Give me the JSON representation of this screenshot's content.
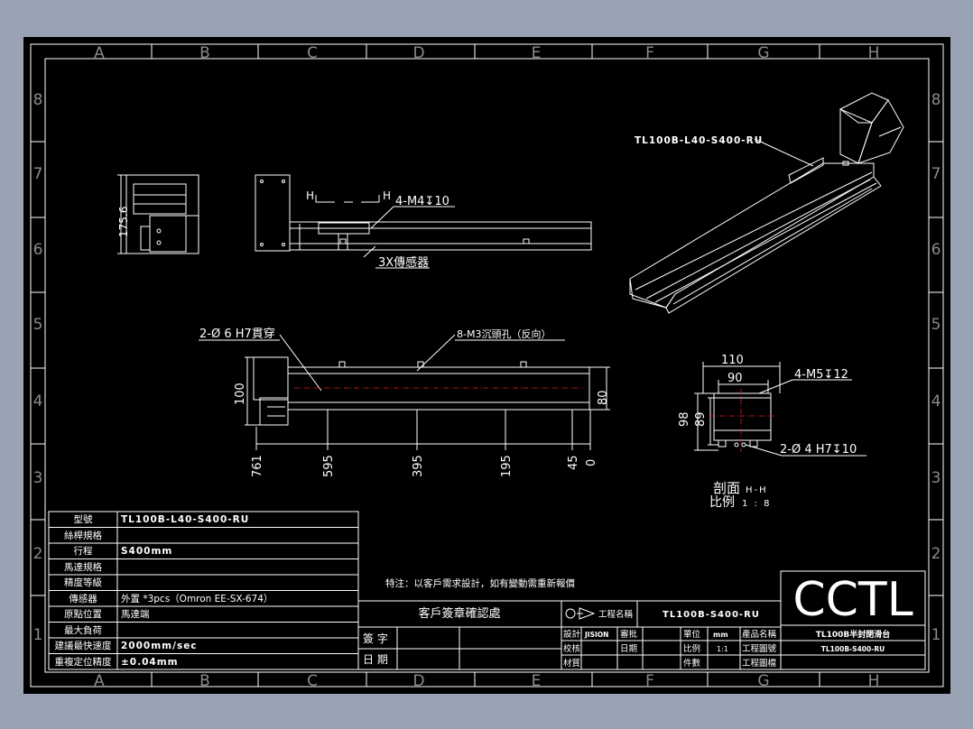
{
  "grid": {
    "columns": [
      "A",
      "B",
      "C",
      "D",
      "E",
      "F",
      "G",
      "H"
    ],
    "rows": [
      "8",
      "7",
      "6",
      "5",
      "4",
      "3",
      "2",
      "1"
    ]
  },
  "side_view": {
    "dim_height": "175.6"
  },
  "top_view": {
    "section_mark_left": "H",
    "section_mark_right": "H",
    "hole_callout": "4-M4↧10",
    "sensor_callout": "3X傳感器"
  },
  "iso_view": {
    "model_callout": "TL100B-L40-S400-RU"
  },
  "front_view": {
    "pin_callout": "2-Ø 6  H7貫穿",
    "screw_callout": "8-M3沉頭孔（反向）",
    "dim_height_left": "100",
    "dim_height_right": "80",
    "positions": [
      "761",
      "595",
      "395",
      "195",
      "45",
      "0"
    ]
  },
  "section_view": {
    "dim_width_outer": "110",
    "dim_width_inner": "90",
    "dim_height_outer": "98",
    "dim_height_inner": "89",
    "top_callout": "4-M5↧12",
    "bottom_callout": "2-Ø 4  H7↧10",
    "title": "剖面",
    "title_mark": "H-H",
    "scale_label": "比例",
    "scale_value": "1 : 8"
  },
  "spec_table": [
    {
      "label": "型號",
      "value": "TL100B-L40-S400-RU"
    },
    {
      "label": "絲桿規格",
      "value": ""
    },
    {
      "label": "行程",
      "value": "S400mm"
    },
    {
      "label": "馬達規格",
      "value": ""
    },
    {
      "label": "精度等級",
      "value": ""
    },
    {
      "label": "傳感器",
      "value": "外置 *3pcs（Omron EE-SX-674）"
    },
    {
      "label": "原點位置",
      "value": "馬達端"
    },
    {
      "label": "最大負荷",
      "value": ""
    },
    {
      "label": "建議最快速度",
      "value": "2000mm/sec"
    },
    {
      "label": "重複定位精度",
      "value": "±0.04mm"
    }
  ],
  "note": "特注：以客戶需求設計，如有變動需重新報價",
  "approval": {
    "title": "客戶簽章確認處",
    "sign_label": "簽 字",
    "date_label": "日 期"
  },
  "title_block": {
    "logo": "CCTL",
    "project_name_label": "工程名稱",
    "project_name_value": "TL100B-S400-RU",
    "design_label": "設計",
    "design_value": "JISION",
    "approve_label": "審批",
    "unit_label": "單位",
    "unit_value": "mm",
    "product_name_label": "產品名稱",
    "product_name_value": "TL100B半封閉滑台",
    "check_label": "校核",
    "date_label": "日期",
    "scale_label": "比例",
    "scale_value": "1:1",
    "drawing_no_label": "工程圖號",
    "drawing_no_value": "TL100B-S400-RU",
    "material_label": "材質",
    "pieces_label": "件數",
    "drawing_file_label": "工程圖檔"
  },
  "colors": {
    "background": "#000000",
    "line": "#ffffff",
    "grid_label": "#8a8a8a",
    "centerline": "#e02020",
    "frame": "#9aa3b3"
  }
}
